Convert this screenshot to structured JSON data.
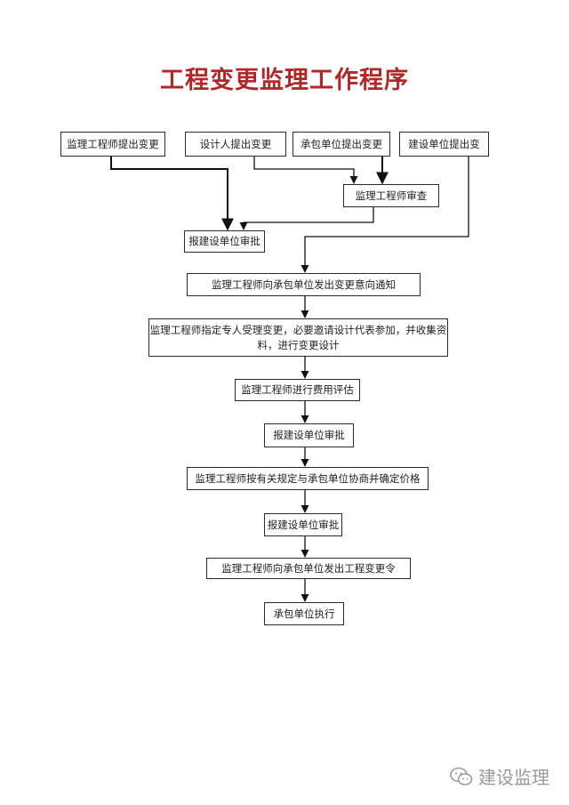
{
  "title": "工程变更监理工作程序",
  "nodes": {
    "n1": "监理工程师提出变更",
    "n2": "设计人提出变更",
    "n3": "承包单位提出变更",
    "n4": "建设单位提出变",
    "n5": "监理工程师审查",
    "n6": "报建设单位审批",
    "n7": "监理工程师向承包单位发出变更意向通知",
    "n8_line1": "监理工程师指定专人受理变更，必要邀请设计代表参加，并收集资",
    "n8_line2": "料，进行变更设计",
    "n9": "监理工程师进行费用评估",
    "n10": "报建设单位审批",
    "n11": "监理工程师按有关规定与承包单位协商并确定价格",
    "n12": "报建设单位审批",
    "n13": "监理工程师向承包单位发出工程变更令",
    "n14": "承包单位执行"
  },
  "watermark": {
    "text": "建设监理",
    "icon": "wechat-icon"
  },
  "colors": {
    "title": "#b0282a",
    "line": "#111111",
    "watermark": "#9a9a9a"
  }
}
